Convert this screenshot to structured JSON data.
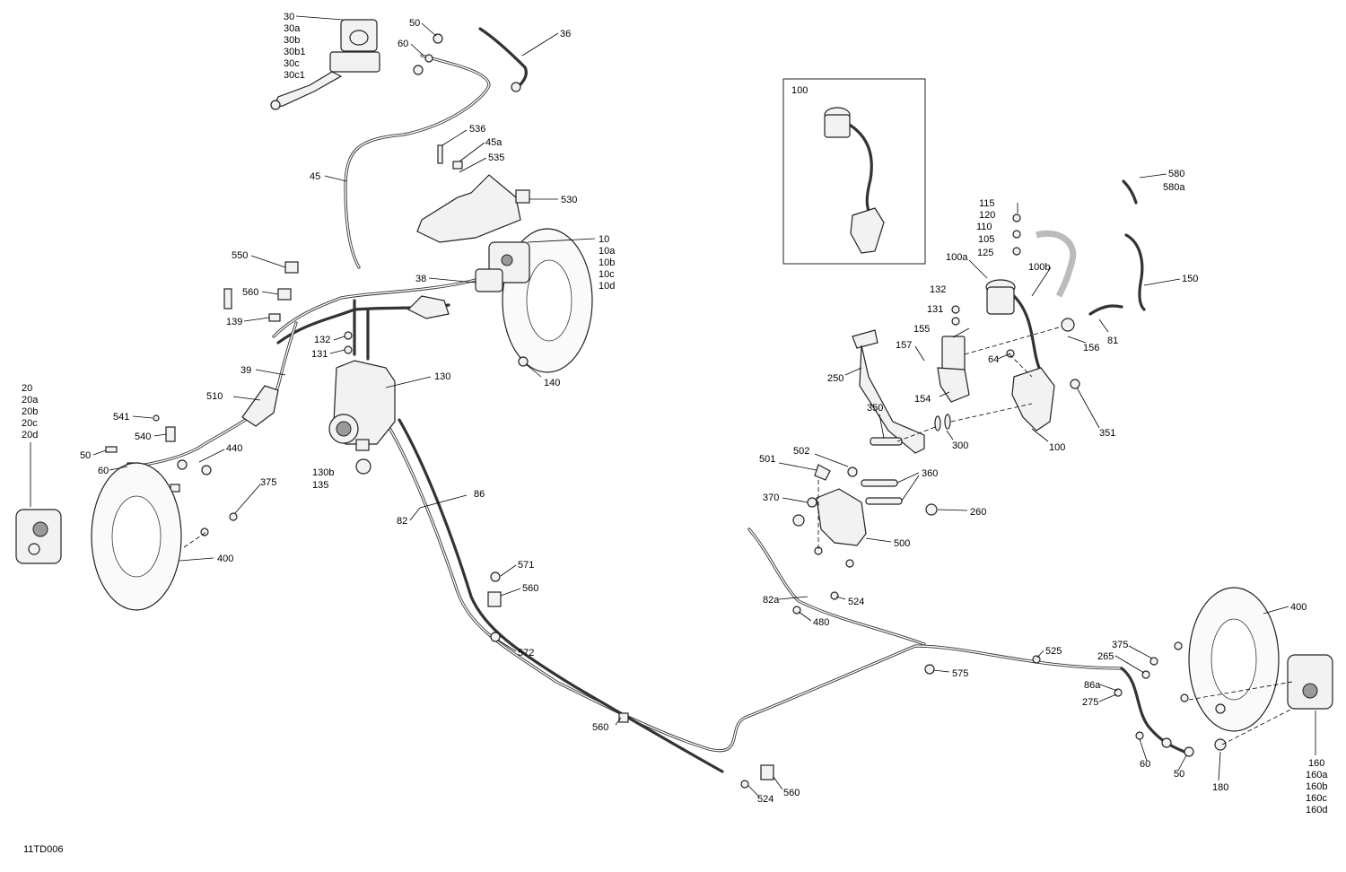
{
  "drawing_code": "11TD006",
  "inset_title": "100",
  "callouts": {
    "c30": "30",
    "c30a": "30a",
    "c30b": "30b",
    "c30b1": "30b1",
    "c30c": "30c",
    "c30c1": "30c1",
    "c50_top": "50",
    "c60_top": "60",
    "c36": "36",
    "c45": "45",
    "c536": "536",
    "c45a": "45a",
    "c535": "535",
    "c530": "530",
    "c10": "10",
    "c10a": "10a",
    "c10b": "10b",
    "c10c": "10c",
    "c10d": "10d",
    "c38": "38",
    "c550": "550",
    "c560_left": "560",
    "c139": "139",
    "c132_left": "132",
    "c131_left": "131",
    "c39": "39",
    "c130": "130",
    "c140": "140",
    "c20": "20",
    "c20a": "20a",
    "c20b": "20b",
    "c20c": "20c",
    "c20d": "20d",
    "c510": "510",
    "c541": "541",
    "c540": "540",
    "c50_left": "50",
    "c440": "440",
    "c60_left": "60",
    "c130b": "130b",
    "c135": "135",
    "c375_left": "375",
    "c86": "86",
    "c82": "82",
    "c400_left": "400",
    "c571": "571",
    "c560_mid": "560",
    "c572": "572",
    "c560_low": "560",
    "c524_low": "524",
    "c560_bot": "560",
    "c580": "580",
    "c580a": "580a",
    "c115": "115",
    "c120": "120",
    "c110": "110",
    "c105": "105",
    "c125": "125",
    "c100a": "100a",
    "c100b": "100b",
    "c150": "150",
    "c132_right": "132",
    "c131_right": "131",
    "c155": "155",
    "c157": "157",
    "c156": "156",
    "c81": "81",
    "c64": "64",
    "c250": "250",
    "c154": "154",
    "c351": "351",
    "c350": "350",
    "c300": "300",
    "c100": "100",
    "c501": "501",
    "c502": "502",
    "c360": "360",
    "c370": "370",
    "c260": "260",
    "c500": "500",
    "c82a": "82a",
    "c524_mid": "524",
    "c480": "480",
    "c575": "575",
    "c525": "525",
    "c375_right": "375",
    "c265": "265",
    "c86a": "86a",
    "c275": "275",
    "c400_right": "400",
    "c60_right": "60",
    "c50_right": "50",
    "c180": "180",
    "c160": "160",
    "c160a": "160a",
    "c160b": "160b",
    "c160c": "160c",
    "c160d": "160d"
  }
}
